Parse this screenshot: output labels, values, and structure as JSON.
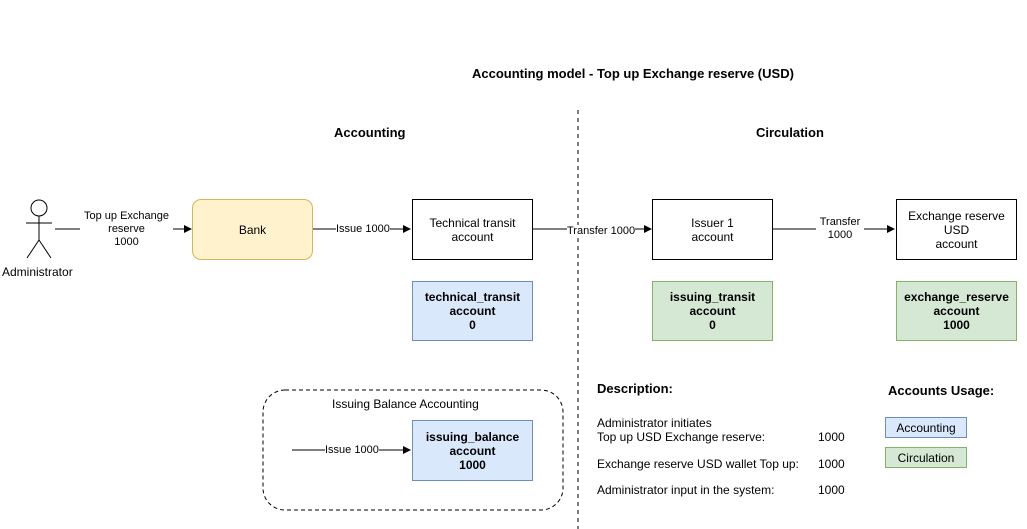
{
  "diagram": {
    "title": "Accounting model - Top up Exchange reserve (USD)",
    "sections": {
      "accounting": "Accounting",
      "circulation": "Circulation"
    },
    "actor": {
      "label": "Administrator"
    },
    "nodes": {
      "bank": "Bank",
      "technical_transit": "Technical transit\naccount",
      "issuer": "Issuer 1\naccount",
      "exchange_reserve": "Exchange reserve\nUSD\naccount",
      "technical_transit_balance": "technical_transit\naccount\n0",
      "issuing_transit_balance": "issuing_transit\naccount\n0",
      "exchange_reserve_balance": "exchange_reserve\naccount\n1000",
      "issuing_balance": "issuing_balance\naccount\n1000"
    },
    "edges": {
      "admin_to_bank": "Top up Exchange\nreserve\n1000",
      "bank_to_transit": "Issue 1000",
      "transit_to_issuer": "Transfer 1000",
      "issuer_to_reserve": "Transfer\n1000",
      "issue_in": "Issue 1000"
    },
    "group": {
      "title": "Issuing Balance Accounting"
    },
    "description": {
      "heading": "Description:",
      "rows": [
        {
          "label": "Administrator initiates\nTop up USD Exchange reserve:",
          "value": "1000"
        },
        {
          "label": "Exchange reserve USD wallet Top up:",
          "value": "1000"
        },
        {
          "label": "Administrator input in the system:",
          "value": "1000"
        }
      ]
    },
    "legend": {
      "heading": "Accounts Usage:",
      "items": [
        {
          "label": "Accounting",
          "color": "#dae8fc"
        },
        {
          "label": "Circulation",
          "color": "#d5e8d4"
        }
      ]
    }
  }
}
